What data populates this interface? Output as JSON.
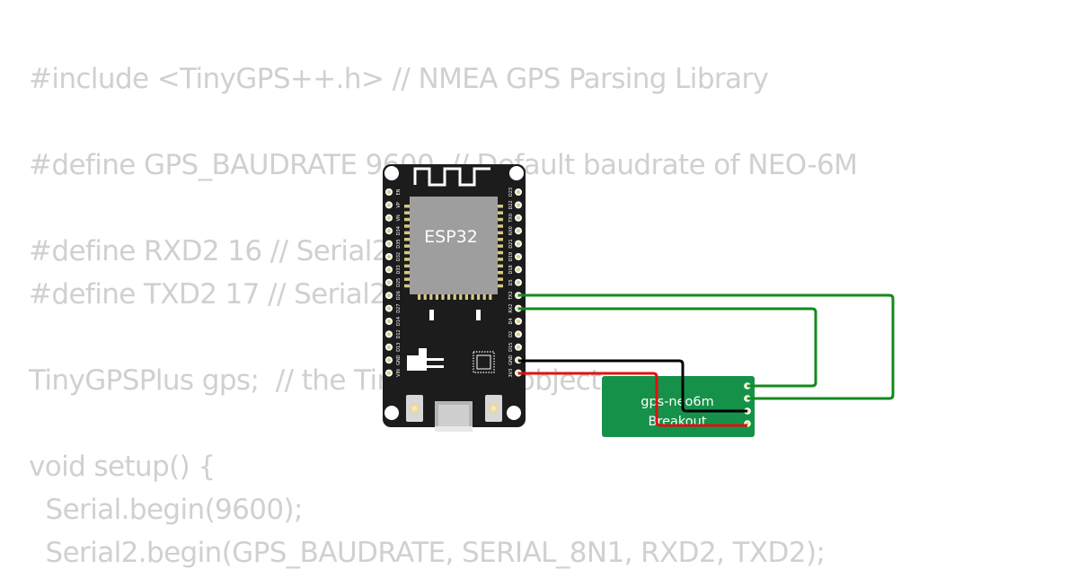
{
  "code_lines": [
    "#include <TinyGPS++.h> // NMEA GPS Parsing Library",
    "#define GPS_BAUDRATE 9600  // Default baudrate of NEO-6M",
    "#define RXD2 16 // Serial2",
    "#define TXD2 17 // Serial2",
    "TinyGPSPlus gps;  // the TinyGPS++ object",
    "void setup() {",
    "  Serial.begin(9600);",
    "  Serial2.begin(GPS_BAUDRATE, SERIAL_8N1, RXD2, TXD2);"
  ],
  "esp32": {
    "chip_label": "ESP32",
    "left_pins": [
      "EN",
      "VP",
      "VN",
      "D34",
      "D35",
      "D32",
      "D33",
      "D25",
      "D26",
      "D27",
      "D14",
      "D12",
      "D13",
      "GND",
      "VIN"
    ],
    "right_pins": [
      "D23",
      "D22",
      "TX0",
      "RX0",
      "D21",
      "D19",
      "D18",
      "D5",
      "TX2",
      "RX2",
      "D4",
      "D2",
      "D15",
      "GND",
      "3V3"
    ]
  },
  "gps_module": {
    "line1": "gps-neo6m",
    "line2": "Breakout"
  },
  "colors": {
    "board": "#1c1c1c",
    "module_shield": "#9e9e9e",
    "gps_board": "#16914a",
    "wire_green": "#138a1c",
    "wire_black": "#000000",
    "wire_red": "#e01010",
    "code_text": "#d0d0d0"
  }
}
